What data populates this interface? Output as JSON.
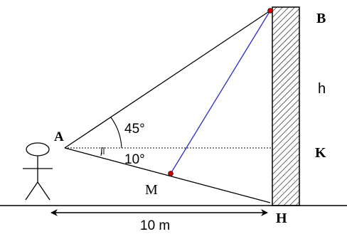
{
  "labels": {
    "point_a": "A",
    "point_b": "B",
    "point_k": "K",
    "point_h": "H",
    "point_m": "M",
    "height": "h",
    "angle_top": "45°",
    "angle_bottom": "10°",
    "distance": "10 m"
  },
  "colors": {
    "line": "#000000",
    "segment_bm": "#2b2bc8",
    "point_fill": "#cc0000",
    "background": "#ffffff"
  }
}
